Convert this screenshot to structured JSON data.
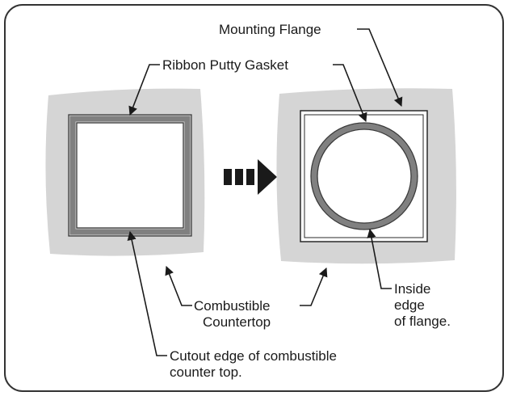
{
  "labels": {
    "mounting_flange": "Mounting Flange",
    "ribbon_putty_gasket": "Ribbon Putty Gasket",
    "combustible_line1": "Combustible",
    "combustible_line2": "Countertop",
    "inside_line1": "Inside",
    "inside_line2": "edge",
    "inside_line3": "of flange.",
    "cutout_line1": "Cutout edge of combustible",
    "cutout_line2": "counter top."
  },
  "icons": {
    "transition": "dashed-right-arrow"
  },
  "colors": {
    "countertop": "#d5d5d5",
    "gasket": "#808080",
    "line": "#1a1a1a",
    "frame": "#333333"
  }
}
